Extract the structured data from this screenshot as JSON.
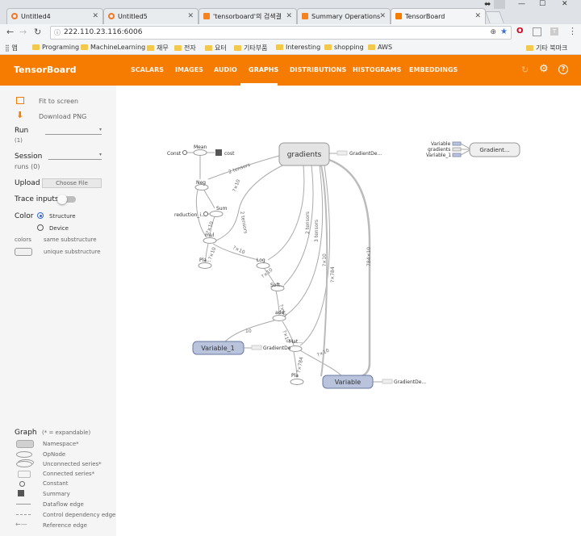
{
  "browser": {
    "tabs": [
      {
        "label": "Untitled4",
        "icon": "jupyter-icon"
      },
      {
        "label": "Untitled5",
        "icon": "jupyter-icon"
      },
      {
        "label": "'tensorboard'의 검색결",
        "icon": "search-icon"
      },
      {
        "label": "Summary Operations",
        "icon": "tensorflow-icon"
      },
      {
        "label": "TensorBoard",
        "icon": "tensorboard-icon"
      }
    ],
    "url": "222.110.23.116:6006",
    "bookmarks": [
      "앱",
      "Programing",
      "MachineLearning",
      "재무",
      "전자",
      "요터",
      "기타부품",
      "Interesting",
      "shopping",
      "AWS"
    ],
    "bookmarks_other": "기타 북마크",
    "accent": "#f57c00"
  },
  "app": {
    "title": "TensorBoard",
    "nav": [
      "SCALARS",
      "IMAGES",
      "AUDIO",
      "GRAPHS",
      "DISTRIBUTIONS",
      "HISTOGRAMS",
      "EMBEDDINGS"
    ],
    "active_nav": "GRAPHS"
  },
  "sidebar": {
    "fit_to_screen": "Fit to screen",
    "download_png": "Download PNG",
    "run_label": "Run",
    "run_count": "(1)",
    "session_label": "Session",
    "session_runs": "runs (0)",
    "upload_label": "Upload",
    "choose_file": "Choose File",
    "trace_inputs": "Trace inputs",
    "color_label": "Color",
    "color_structure": "Structure",
    "color_device": "Device",
    "colors_label": "colors",
    "same_substructure": "same substructure",
    "unique_substructure": "unique substructure",
    "legend_title": "Graph",
    "legend_note": "(* = expandable)",
    "legend_items": [
      "Namespace*",
      "OpNode",
      "Unconnected series*",
      "Connected series*",
      "Constant",
      "Summary",
      "Dataflow edge",
      "Control dependency edge",
      "Reference edge"
    ]
  },
  "graph": {
    "nodes": {
      "gradients": "gradients",
      "gradient_desc": "GradientDe...",
      "gradient_box": "Gradient...",
      "mean": "Mean",
      "const": "Const",
      "cost": "cost",
      "neg": "Neg",
      "sum": "Sum",
      "reduction": "reduction_i...",
      "mul": "mul",
      "pla1": "Pla...",
      "log": "Log",
      "soft": "Soft...",
      "add": "add",
      "mat": "Mat...",
      "pla2": "Pla",
      "variable1": "Variable_1",
      "variable": "Variable",
      "gd_short": "GradientDe",
      "side_variable": "Variable",
      "side_gradients": "gradients",
      "side_variable1": "Variable_1"
    },
    "edge_labels": [
      "2 tensors",
      "?×10",
      "?×10",
      "2 tensors",
      "2 tensors",
      "3 tensors",
      "?×10",
      "?×784",
      "784×10",
      "?×10",
      "?×10",
      "?×10",
      "10",
      "?×784",
      "?×10",
      "?×10",
      "?×10"
    ]
  }
}
